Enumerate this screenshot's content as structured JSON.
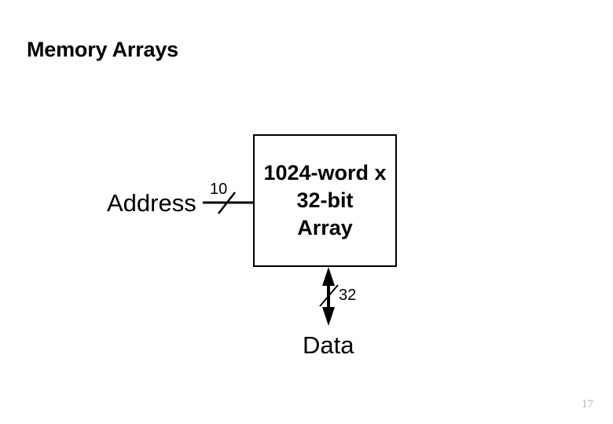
{
  "slide": {
    "title": "Memory Arrays",
    "page_number": "17",
    "background_color": "#ffffff",
    "ink_color": "#000000",
    "page_number_color": "#b3b3b3"
  },
  "diagram": {
    "type": "block-diagram",
    "block": {
      "name": "memory-array-block",
      "lines": [
        "1024-word x",
        "32-bit",
        "Array"
      ]
    },
    "ports": [
      {
        "name": "address-port",
        "label": "Address",
        "bus_width": "10",
        "direction": "input",
        "side": "left"
      },
      {
        "name": "data-port",
        "label": "Data",
        "bus_width": "32",
        "direction": "bidirectional",
        "side": "bottom"
      }
    ]
  }
}
